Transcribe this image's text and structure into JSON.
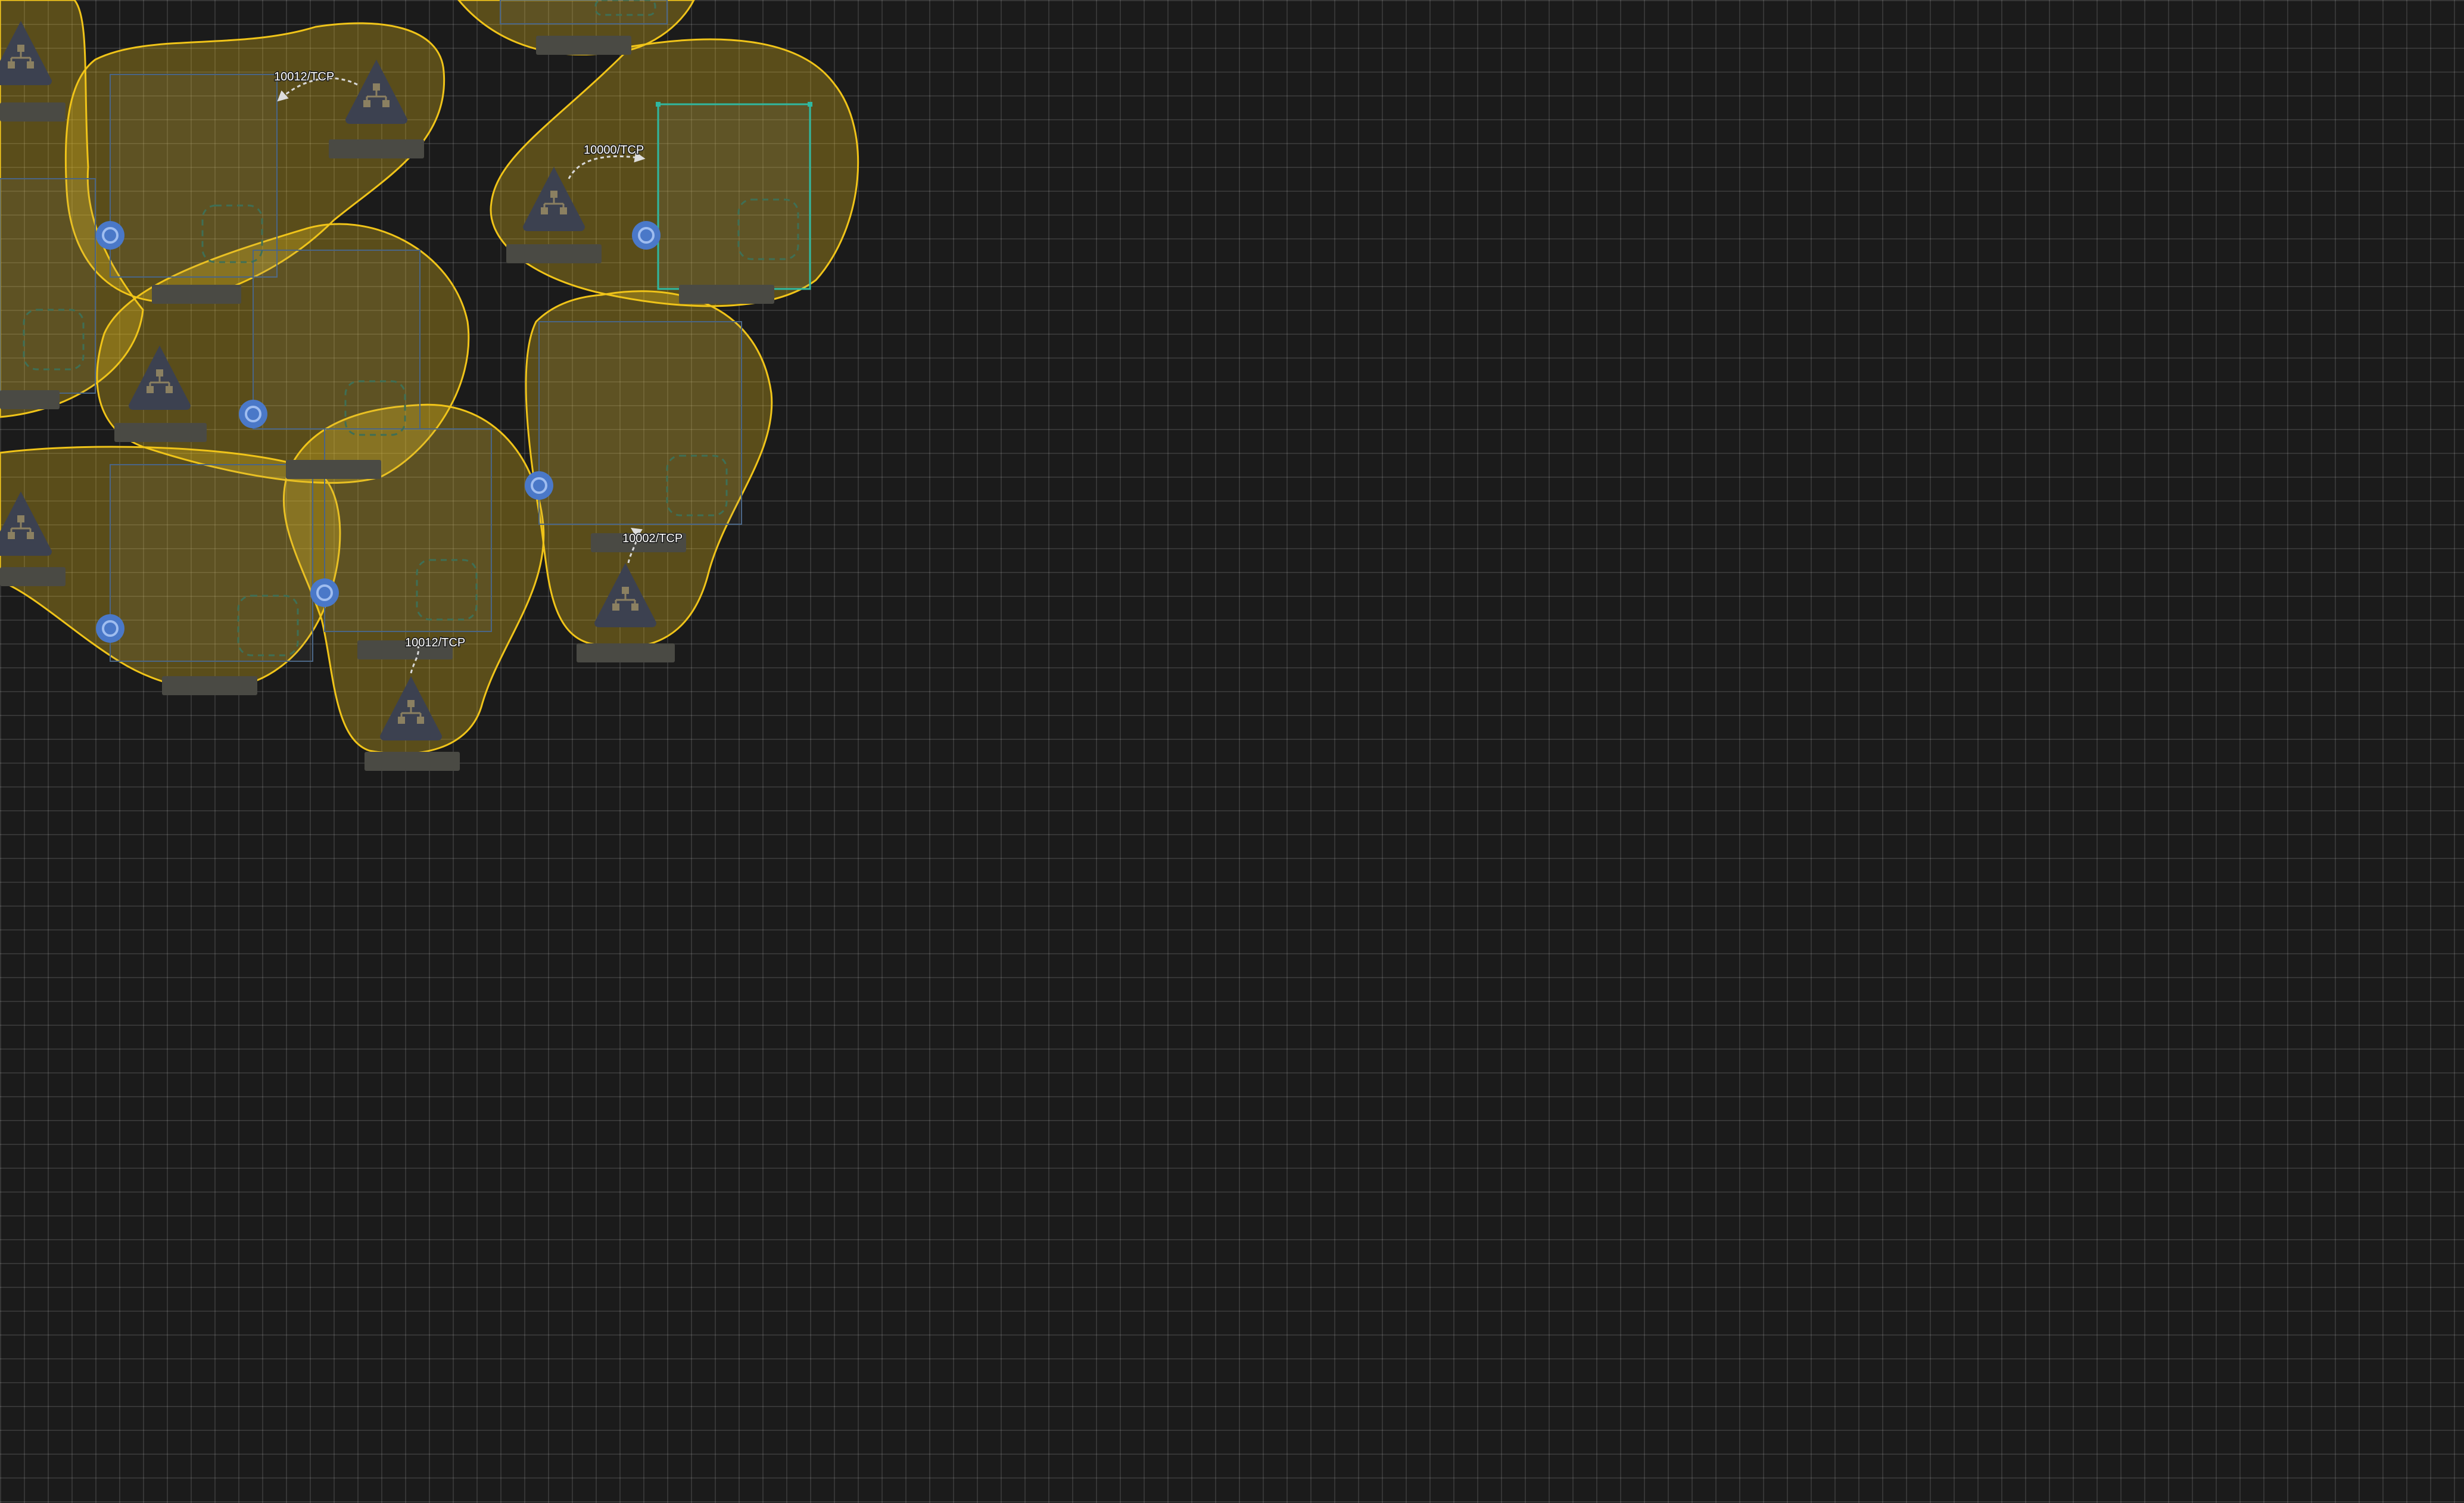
{
  "canvas": {
    "background": "#1b1b1b",
    "grid_color": "#3a3a3a",
    "blob_stroke": "#f0c419",
    "blob_fill": "#6b5a1a",
    "selection_color": "#2fb8a0",
    "endpoint_color": "#4a78c8"
  },
  "connections": [
    {
      "label": "10012/TCP"
    },
    {
      "label": "10000/TCP"
    },
    {
      "label": "10002/TCP"
    },
    {
      "label": "10012/TCP"
    }
  ],
  "icons": {
    "service": "network-hierarchy-icon",
    "endpoint": "connector-node-icon",
    "volume": "dashed-volume-icon"
  }
}
